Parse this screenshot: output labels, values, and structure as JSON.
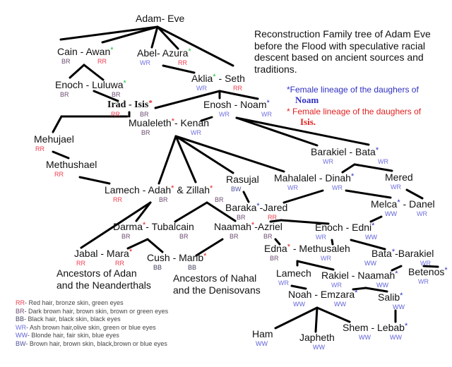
{
  "title": "Reconstruction Family tree of Adam Eve before the Flood with speculative racial descent based on ancient sources and traditions.",
  "notes": [
    {
      "text": "*Female lineage of the daughers of",
      "name": "Noam",
      "color": "#3030c0"
    },
    {
      "text": "* Female lineage of the daughers of",
      "name": "Isis.",
      "color": "#e02020"
    }
  ],
  "colors": {
    "RR": "#f03c50",
    "BR": "#6a4a70",
    "BB": "#404060",
    "WR": "#7070e0",
    "WW": "#6060d8",
    "BW": "#5050a0",
    "green_star": "#20c040",
    "blue_star": "#3030c0",
    "red_star": "#e02020"
  },
  "nodes": [
    {
      "label": "Adam- Eve",
      "codes": []
    },
    {
      "label": "Cain - Awan",
      "star": "green",
      "codes": [
        "BR",
        "RR"
      ]
    },
    {
      "label": "Abel- Azura",
      "star": "green",
      "codes": [
        "WR",
        "RR"
      ]
    },
    {
      "label": "Enoch - Luluwa",
      "star": "green",
      "codes": [
        "BR",
        "BR"
      ]
    },
    {
      "label": "Irad - Isis",
      "star": "red",
      "bold": true,
      "codes": [
        "RR",
        "BR"
      ]
    },
    {
      "label": "Mualeleth",
      "star": "red",
      "suffix": "- Kenan",
      "codes": [
        "BR",
        "WR"
      ]
    },
    {
      "label": "Aklia",
      "star": "green",
      "suffix": " - Seth",
      "codes": [
        "WR",
        "RR"
      ]
    },
    {
      "label": "Enosh  - Noam",
      "star": "blue",
      "codes": [
        "WR",
        "WR"
      ]
    },
    {
      "label": "Mehujael",
      "codes": [
        "RR"
      ]
    },
    {
      "label": "Methushael",
      "codes": [
        "RR"
      ]
    },
    {
      "label": "Lamech  - Adah",
      "star": "red",
      "suffix": " & Zillah",
      "star2": "red",
      "codes": [
        "RR",
        "BR",
        "BR"
      ]
    },
    {
      "label": "Rasujal",
      "codes": [
        "BW"
      ]
    },
    {
      "label": "Mahalalel - Dinah",
      "star": "blue",
      "codes": [
        "WR",
        "WR"
      ]
    },
    {
      "label": "Barakiel - Bata",
      "star": "blue",
      "codes": [
        "WR",
        "WR"
      ]
    },
    {
      "label": "Mered",
      "codes": [
        "WR"
      ]
    },
    {
      "label": "Baraka",
      "star": "blue",
      "suffix": "-Jared",
      "codes": [
        "BR",
        "RR"
      ]
    },
    {
      "label": "Melca",
      "star": "blue",
      "suffix": " - Danel",
      "codes": [
        "WW",
        "WR"
      ]
    },
    {
      "label": "Darma",
      "star": "red",
      "suffix": "- Tubalcain",
      "codes": [
        "BR",
        "BR"
      ]
    },
    {
      "label": "Naamah",
      "star": "red",
      "suffix": "-Azriel",
      "codes": [
        "BR",
        "BR"
      ]
    },
    {
      "label": "Enoch - Edni",
      "star": "blue",
      "codes": [
        "WR",
        "WW"
      ]
    },
    {
      "label": "Jabal - Mara",
      "star": "red",
      "codes": [
        "RR",
        "RR"
      ]
    },
    {
      "label": "Cush - Marib",
      "star": "red",
      "codes": [
        "BB",
        "BB"
      ]
    },
    {
      "label": "Edna",
      "star": "red",
      "suffix": " - Methusaleh",
      "codes": [
        "BR",
        "WR"
      ]
    },
    {
      "label": "Bata",
      "star": "blue",
      "suffix": "-Barakiel",
      "codes": [
        "WW",
        "WR"
      ]
    },
    {
      "label": "Lamech",
      "codes": [
        "WR"
      ]
    },
    {
      "label": "Rakiel - Naamah",
      "star": "blue",
      "codes": [
        "WR",
        "WW"
      ]
    },
    {
      "label": "Betenos",
      "star": "blue",
      "codes": [
        "WR"
      ]
    },
    {
      "label": "Noah - Emzara",
      "star": "blue",
      "codes": [
        "WW",
        "WW"
      ]
    },
    {
      "label": "Salib",
      "star": "blue",
      "codes": [
        "WW"
      ]
    },
    {
      "label": "Ham",
      "codes": [
        "WW"
      ]
    },
    {
      "label": "Japheth",
      "codes": [
        "WW"
      ]
    },
    {
      "label": "Shem - Lebab",
      "star": "blue",
      "codes": [
        "WW",
        "WW"
      ]
    }
  ],
  "ancestors": [
    {
      "line1": "Ancestors of Adan",
      "line2": "and the Neanderthals"
    },
    {
      "line1": "Ancestors of Nahal",
      "line2": "and the Denisovans"
    }
  ],
  "legend": [
    {
      "code": "RR",
      "text": "- Red hair, bronze skin, green eyes"
    },
    {
      "code": "BR",
      "text": "- Dark brown hair, brown skin, brown or green eyes"
    },
    {
      "code": "BB",
      "text": "- Black hair, black skin, black eyes"
    },
    {
      "code": "WR",
      "text": "- Ash brown hair,olive skin, green or blue eyes"
    },
    {
      "code": "WW",
      "text": "- Blonde hair, fair skin, blue eyes"
    },
    {
      "code": "BW",
      "text": "- Brown hair, brown skin, black,brown or blue eyes"
    }
  ]
}
